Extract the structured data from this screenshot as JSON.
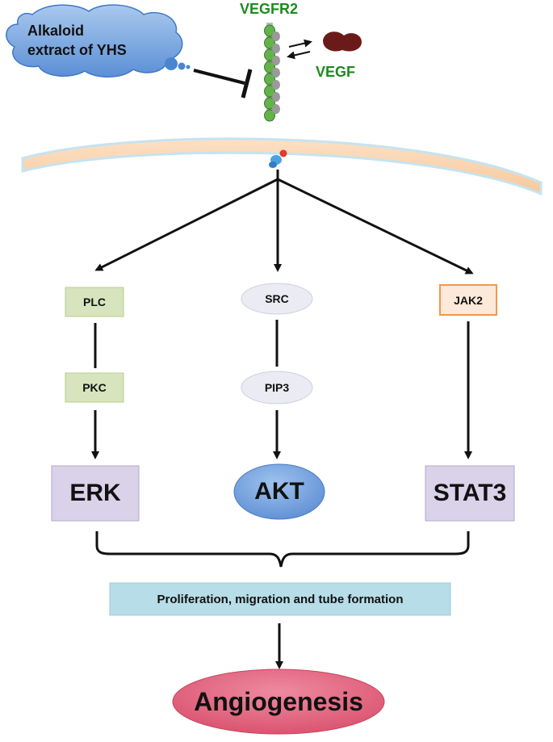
{
  "inhibitor": {
    "label_line1": "Alkaloid",
    "label_line2": "extract of YHS"
  },
  "receptor": {
    "label": "VEGFR2"
  },
  "ligand": {
    "label": "VEGF"
  },
  "pathways": {
    "left": {
      "step1": "PLC",
      "step2": "PKC",
      "output": "ERK"
    },
    "middle": {
      "step1": "SRC",
      "step2": "PIP3",
      "output": "AKT"
    },
    "right": {
      "step1": "JAK2",
      "output": "STAT3"
    }
  },
  "result": {
    "label": "Proliferation, migration and tube formation"
  },
  "outcome": {
    "label": "Angiogenesis"
  },
  "colors": {
    "receptor_green": "#1e8a1e",
    "cloud_blue": "#5b9bd5",
    "membrane": "#f9d3b0",
    "plc_pkc_fill": "#d7e4bd",
    "src_pip3_fill": "#ebebf3",
    "jak2_fill": "#fde9d9",
    "jak2_border": "#f79646",
    "output_fill": "#d9d2e9",
    "akt_fill": "#6fa0dc",
    "result_fill": "#b7dde8",
    "angiogenesis_fill": "#e0607a",
    "vegf_fill": "#6b1a1a"
  }
}
